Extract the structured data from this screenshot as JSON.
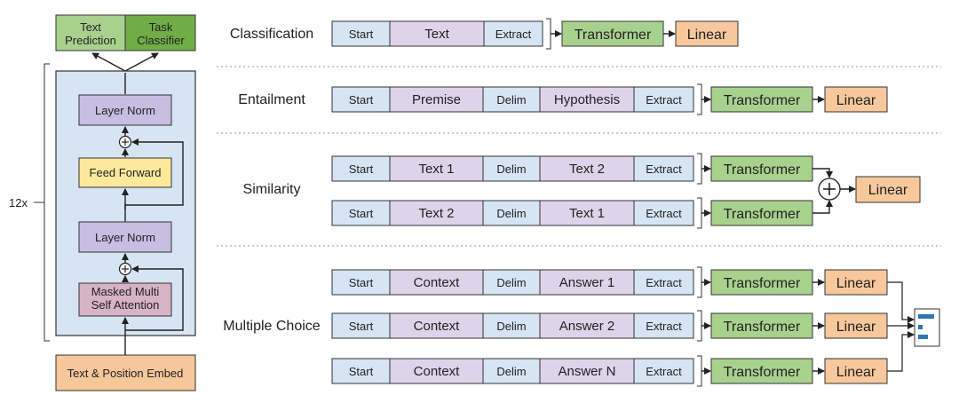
{
  "colors": {
    "blue": "#d6e4f3",
    "purple": "#dfd3ea",
    "green": "#a9d18e",
    "orange": "#f7c89b",
    "yellow": "#fde99a",
    "pink": "#d7b3c7",
    "lavender": "#c8bde2",
    "panel": "#d6e4f3",
    "dark_green": "#70ad47",
    "embed": "#f6c79b",
    "bar_blue": "#2e75b6",
    "stroke": "#333333"
  },
  "architecture": {
    "outputs": {
      "text_prediction": "Text\nPrediction",
      "task_classifier": "Task\nClassifier"
    },
    "repeat_label": "12x",
    "layer_norm_top": "Layer Norm",
    "feed_forward": "Feed Forward",
    "layer_norm_bottom": "Layer Norm",
    "attention": "Masked Multi\nSelf Attention",
    "embed": "Text & Position Embed"
  },
  "tasks": {
    "classification": {
      "label": "Classification",
      "rows": [
        {
          "segments": [
            "Start",
            "Text",
            "Extract"
          ]
        }
      ],
      "transformer": "Transformer",
      "linear": "Linear"
    },
    "entailment": {
      "label": "Entailment",
      "rows": [
        {
          "segments": [
            "Start",
            "Premise",
            "Delim",
            "Hypothesis",
            "Extract"
          ]
        }
      ],
      "transformer": "Transformer",
      "linear": "Linear"
    },
    "similarity": {
      "label": "Similarity",
      "rows": [
        {
          "segments": [
            "Start",
            "Text 1",
            "Delim",
            "Text 2",
            "Extract"
          ]
        },
        {
          "segments": [
            "Start",
            "Text 2",
            "Delim",
            "Text 1",
            "Extract"
          ]
        }
      ],
      "transformer": "Transformer",
      "plus": "+",
      "linear": "Linear"
    },
    "multiple_choice": {
      "label": "Multiple Choice",
      "rows": [
        {
          "segments": [
            "Start",
            "Context",
            "Delim",
            "Answer 1",
            "Extract"
          ]
        },
        {
          "segments": [
            "Start",
            "Context",
            "Delim",
            "Answer 2",
            "Extract"
          ]
        },
        {
          "segments": [
            "Start",
            "Context",
            "Delim",
            "Answer N",
            "Extract"
          ]
        }
      ],
      "transformer": "Transformer",
      "linear": "Linear"
    }
  }
}
